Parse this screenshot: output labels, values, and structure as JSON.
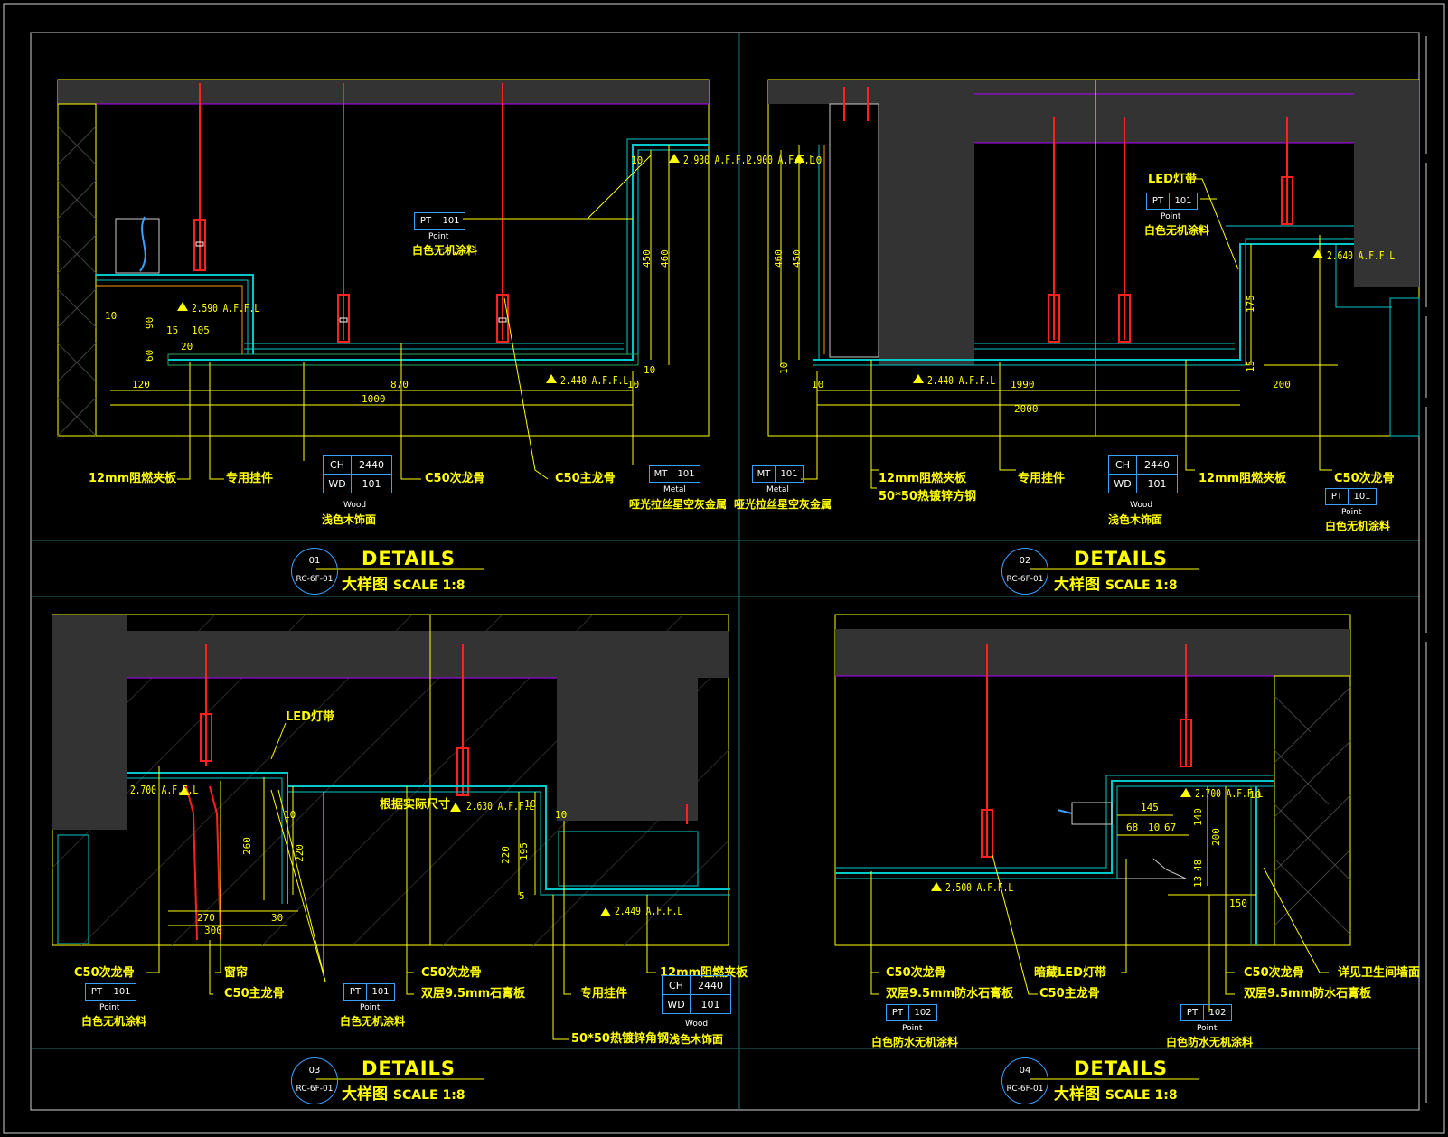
{
  "details": [
    {
      "number": "01",
      "ref": "RC-6F-01",
      "title": "DETAILS",
      "subtitle": "大样图",
      "scale": "SCALE  1:8",
      "elevations": [
        "2.930 A.F.F.L",
        "2.590 A.F.F.L",
        "2.440 A.F.F.L"
      ],
      "dims": [
        "10",
        "90",
        "15",
        "105",
        "60",
        "20",
        "120",
        "870",
        "1000",
        "450",
        "460",
        "10",
        "10",
        "10"
      ],
      "labels": [
        "12mm阻燃夹板",
        "专用挂件",
        "C50次龙骨",
        "C50主龙骨"
      ],
      "pt_tag": {
        "code": "PT",
        "num": "101",
        "cap": "Point",
        "cn": "白色无机涂料"
      },
      "ch_tag": {
        "ch": "CH",
        "ch_val": "2440",
        "wd": "WD",
        "wd_val": "101",
        "cap": "Wood",
        "cn": "浅色木饰面"
      },
      "mt_tag": {
        "code": "MT",
        "num": "101",
        "cap": "Metal",
        "cn": "哑光拉丝星空灰金属"
      }
    },
    {
      "number": "02",
      "ref": "RC-6F-01",
      "title": "DETAILS",
      "subtitle": "大样图",
      "scale": "SCALE  1:8",
      "elevations": [
        "2.900 A.F.F.L",
        "2.440 A.F.F.L",
        "2.640 A.F.F.L"
      ],
      "dims": [
        "10",
        "460",
        "450",
        "10",
        "10",
        "1990",
        "2000",
        "200",
        "175",
        "15"
      ],
      "labels": [
        "LED灯带",
        "12mm阻燃夹板",
        "50*50热镀锌方钢",
        "专用挂件",
        "12mm阻燃夹板",
        "C50次龙骨"
      ],
      "pt_tag": {
        "code": "PT",
        "num": "101",
        "cap": "Point",
        "cn": "白色无机涂料"
      },
      "pt_tag2": {
        "code": "PT",
        "num": "101",
        "cap": "Point",
        "cn": "白色无机涂料"
      },
      "ch_tag": {
        "ch": "CH",
        "ch_val": "2440",
        "wd": "WD",
        "wd_val": "101",
        "cap": "Wood",
        "cn": "浅色木饰面"
      },
      "mt_tag": {
        "code": "MT",
        "num": "101",
        "cap": "Metal",
        "cn": "哑光拉丝星空灰金属"
      }
    },
    {
      "number": "03",
      "ref": "RC-6F-01",
      "title": "DETAILS",
      "subtitle": "大样图",
      "scale": "SCALE  1:8",
      "elevations": [
        "2.700 A.F.F.L",
        "2.630 A.F.F.L",
        "2.449 A.F.F.L"
      ],
      "dims": [
        "260",
        "270",
        "300",
        "30",
        "10",
        "220",
        "10",
        "220",
        "195",
        "10",
        "5"
      ],
      "labels": [
        "LED灯带",
        "根据实际尺寸",
        "C50次龙骨",
        "窗帘",
        "C50主龙骨",
        "C50次龙骨",
        "双层9.5mm石膏板",
        "专用挂件",
        "12mm阻燃夹板",
        "50*50热镀锌角钢"
      ],
      "pt_tag": {
        "code": "PT",
        "num": "101",
        "cap": "Point",
        "cn": "白色无机涂料"
      },
      "pt_tag2": {
        "code": "PT",
        "num": "101",
        "cap": "Point",
        "cn": "白色无机涂料"
      },
      "ch_tag": {
        "ch": "CH",
        "ch_val": "2440",
        "wd": "WD",
        "wd_val": "101",
        "cap": "Wood",
        "cn": "浅色木饰面"
      }
    },
    {
      "number": "04",
      "ref": "RC-6F-01",
      "title": "DETAILS",
      "subtitle": "大样图",
      "scale": "SCALE  1:8",
      "elevations": [
        "2.700 A.F.F.L",
        "2.500 A.F.F.L"
      ],
      "dims": [
        "145",
        "68",
        "10",
        "67",
        "140",
        "200",
        "13",
        "48",
        "150",
        "10"
      ],
      "labels": [
        "C50次龙骨",
        "双层9.5mm防水石膏板",
        "暗藏LED灯带",
        "C50主龙骨",
        "C50次龙骨",
        "双层9.5mm防水石膏板",
        "详见卫生间墙面"
      ],
      "pt_tag": {
        "code": "PT",
        "num": "102",
        "cap": "Point",
        "cn": "白色防水无机涂料"
      },
      "pt_tag2": {
        "code": "PT",
        "num": "102",
        "cap": "Point",
        "cn": "白色防水无机涂料"
      }
    }
  ],
  "colors": {
    "bg": "#000000",
    "annotation": "#ffff00",
    "structure": "#ff2020",
    "ceiling": "#333333",
    "finish": "#00c8c8",
    "tag": "#3aa0ff",
    "slab_edge": "#b000ff"
  }
}
